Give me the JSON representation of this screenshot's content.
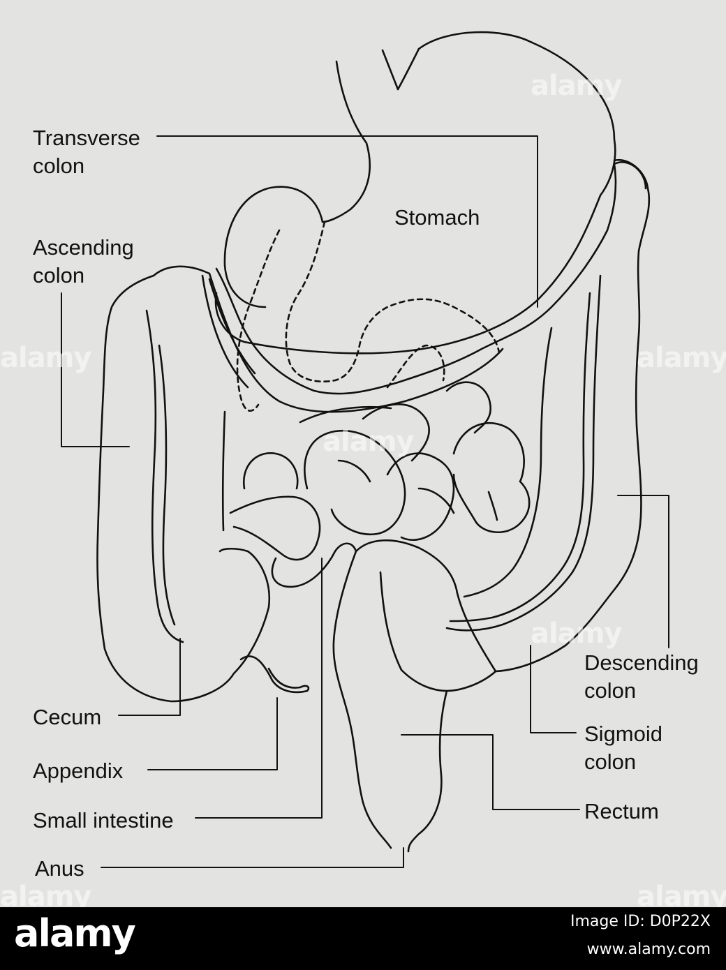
{
  "labels": {
    "transverse_colon": "Transverse\ncolon",
    "ascending_colon": "Ascending\ncolon",
    "stomach": "Stomach",
    "cecum": "Cecum",
    "appendix": "Appendix",
    "small_intestine": "Small intestine",
    "anus": "Anus",
    "descending_colon": "Descending\ncolon",
    "sigmoid_colon": "Sigmoid\ncolon",
    "rectum": "Rectum"
  },
  "watermark": "alamy",
  "footer": {
    "logo": "alamy",
    "image_id": "Image ID: D0P22X",
    "url": "www.alamy.com"
  },
  "colors": {
    "background": "#e3e3e1",
    "line": "#111111",
    "footer": "#000000"
  }
}
